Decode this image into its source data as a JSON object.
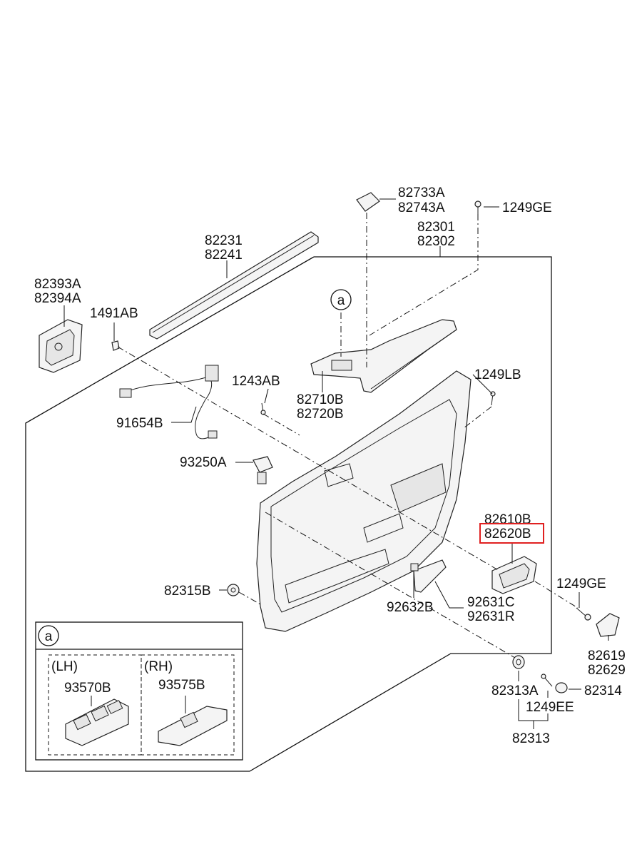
{
  "labels": {
    "p82733A": "82733A",
    "p82743A": "82743A",
    "p1249GE_top": "1249GE",
    "p82301": "82301",
    "p82302": "82302",
    "p82231": "82231",
    "p82241": "82241",
    "p82393A": "82393A",
    "p82394A": "82394A",
    "p1491AB": "1491AB",
    "circle_a_main": "a",
    "p1243AB": "1243AB",
    "p1249LB": "1249LB",
    "p82710B": "82710B",
    "p82720B": "82720B",
    "p91654B": "91654B",
    "p93250A": "93250A",
    "p82610B": "82610B",
    "p82620B": "82620B",
    "p82315B": "82315B",
    "p1249GE_right": "1249GE",
    "p92632B": "92632B",
    "p92631C": "92631C",
    "p92631R": "92631R",
    "p82619": "82619",
    "p82629": "82629",
    "p82313A": "82313A",
    "p82314": "82314",
    "p1249EE": "1249EE",
    "p82313": "82313"
  },
  "inset": {
    "circle_label": "a",
    "lh_label": "(LH)",
    "rh_label": "(RH)",
    "lh_part": "93570B",
    "rh_part": "93575B"
  },
  "highlight_color": "#e02020"
}
